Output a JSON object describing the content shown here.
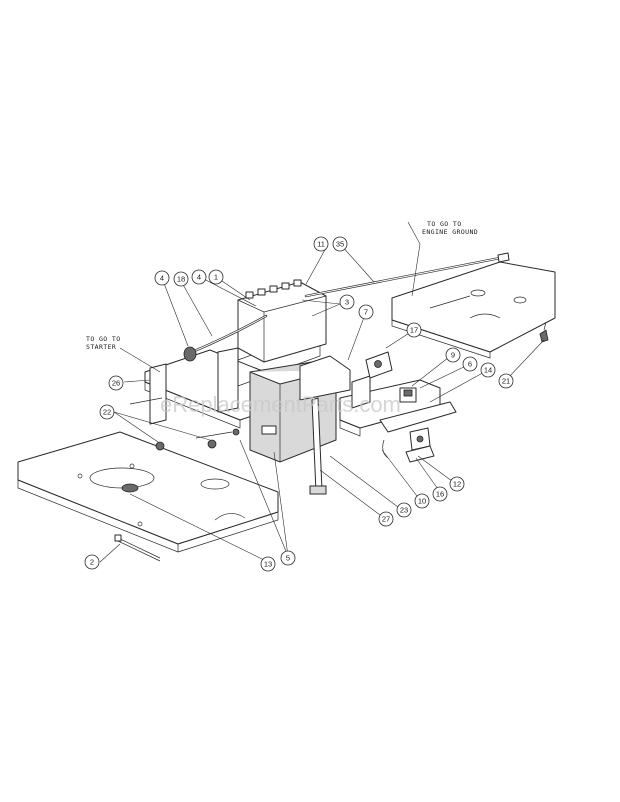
{
  "notes": {
    "engine_ground_line1": "TO GO TO",
    "engine_ground_line2": "ENGINE GROUND",
    "starter_line1": "TO GO TO",
    "starter_line2": "STARTER"
  },
  "watermark": "eReplacementParts.com",
  "callouts": [
    "11",
    "35",
    "4",
    "18",
    "4",
    "1",
    "3",
    "7",
    "17",
    "9",
    "6",
    "14",
    "21",
    "26",
    "22",
    "5",
    "13",
    "2",
    "27",
    "23",
    "10",
    "16",
    "12"
  ],
  "colors": {
    "line": "#2a2a2a",
    "paper": "#ffffff",
    "watermark": "#c8c8c8"
  }
}
